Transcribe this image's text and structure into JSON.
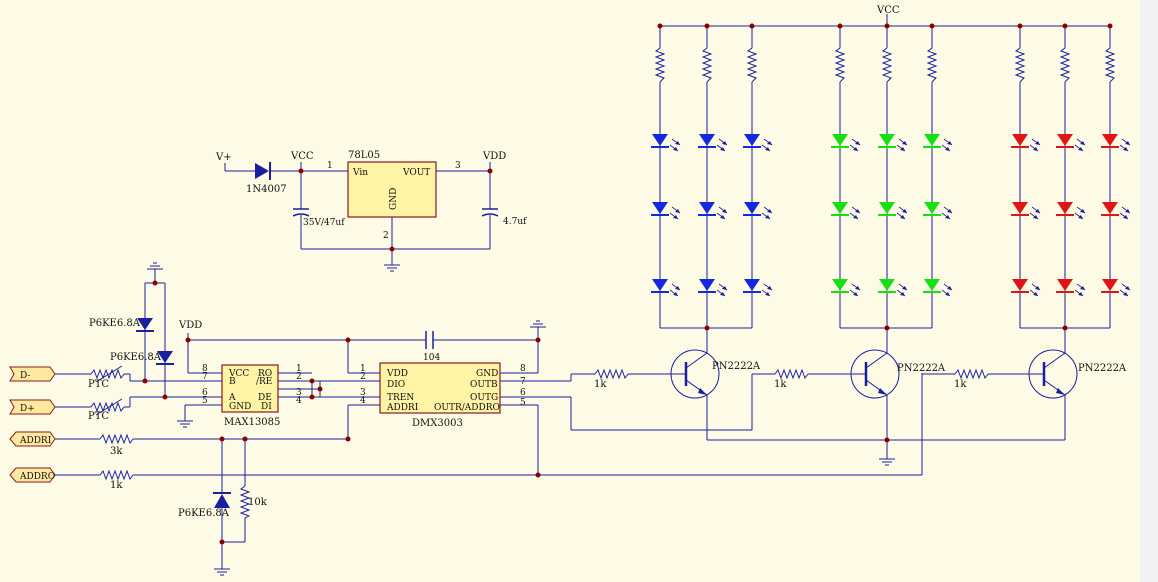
{
  "power": {
    "vcc": "VCC",
    "vdd": "VDD",
    "vplus": "V+"
  },
  "ports": [
    {
      "name": "D-"
    },
    {
      "name": "D+"
    },
    {
      "name": "ADDRI"
    },
    {
      "name": "ADDRO"
    }
  ],
  "regulator": {
    "name": "78L05",
    "vin": "Vin",
    "vout": "VOUT",
    "gnd": "GND",
    "pin_in": "1",
    "pin_out": "3",
    "pin_gnd": "2"
  },
  "diode": "1N4007",
  "caps": {
    "input": "35V/47uf",
    "output": "4.7uf",
    "bypass": "104"
  },
  "max": {
    "name": "MAX13085",
    "left_pins": [
      {
        "num": "8",
        "name": "VCC"
      },
      {
        "num": "7",
        "name": "B"
      },
      {
        "num": "6",
        "name": "A"
      },
      {
        "num": "5",
        "name": "GND"
      }
    ],
    "right_pins": [
      {
        "num": "1",
        "name": "RO"
      },
      {
        "num": "2",
        "name": "/RE"
      },
      {
        "num": "3",
        "name": "DE"
      },
      {
        "num": "4",
        "name": "DI"
      }
    ]
  },
  "dmx": {
    "name": "DMX3003",
    "left_pins": [
      {
        "num": "1",
        "name": "VDD"
      },
      {
        "num": "2",
        "name": "DIO"
      },
      {
        "num": "3",
        "name": "TREN"
      },
      {
        "num": "4",
        "name": "ADDRI"
      }
    ],
    "right_pins": [
      {
        "num": "8",
        "name": "GND"
      },
      {
        "num": "7",
        "name": "OUTB"
      },
      {
        "num": "6",
        "name": "OUTG"
      },
      {
        "num": "5",
        "name": "OUTR/ADDRO"
      }
    ]
  },
  "tvs": "P6KE6.8A",
  "ptc": "PTC",
  "resistors": {
    "r3k": "3k",
    "r1k": "1k",
    "r10k": "10k"
  },
  "transistor": "PN2222A",
  "led_colors": {
    "blue": "#1428e0",
    "green": "#14e014",
    "red": "#e01414"
  },
  "colors": {
    "wire": "#1a1fa0",
    "junction": "#8b0000",
    "ic_fill": "#fff4a6",
    "ic_border": "#8b1a1a",
    "port_fill": "#ffe9a0"
  }
}
